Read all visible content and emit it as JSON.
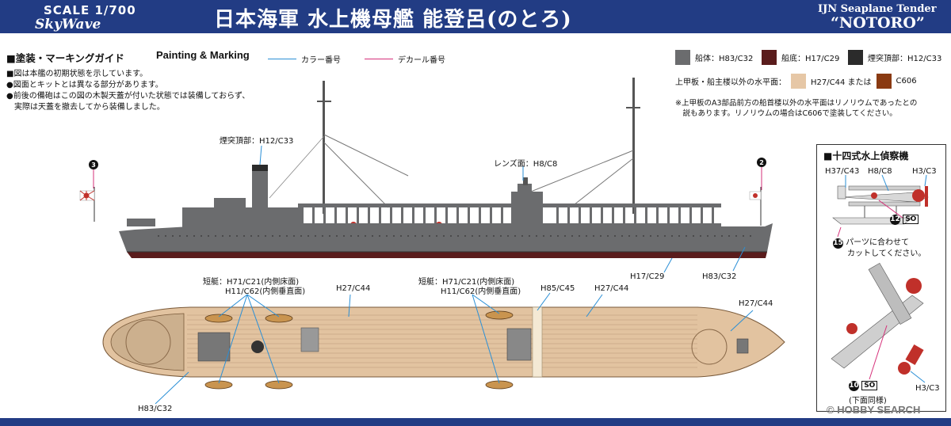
{
  "header": {
    "scale": "SCALE 1/700",
    "brand": "SkyWave",
    "title_ja": "日本海軍 水上機母艦 能登呂(のとろ)",
    "title_en": "IJN Seaplane Tender",
    "ship_name": "“NOTORO”"
  },
  "guide": {
    "title_ja": "■塗装・マーキングガイド",
    "title_en": "Painting & Marking",
    "legend_color": "カラー番号",
    "legend_decal": "デカール番号",
    "color_line": "#2a8fd6",
    "decal_line": "#d6307a"
  },
  "notes": [
    "■図は本艦の初期状態を示しています。",
    "●図面とキットとは異なる部分があります。",
    "●前後の備砲はこの図の木製天蓋が付いた状態では装備しておらず、",
    "　実際は天蓋を撤去してから装備しました。"
  ],
  "swatches": [
    {
      "label": "船体：H83/C32",
      "color": "#6b6c6e"
    },
    {
      "label": "船底：H17/C29",
      "color": "#5a1c1c"
    },
    {
      "label": "煙突頂部：H12/C33",
      "color": "#2b2b2b"
    }
  ],
  "deck_swatch": {
    "prefix": "上甲板・船主楼以外の水平面：",
    "code_a": "H27/C44 または",
    "color_a": "#e6c7a6",
    "code_b": "C606",
    "color_b": "#8a3a12"
  },
  "right_notes": [
    "※上甲板のA3部品前方の船首楼以外の水平面はリノリウムであったとの",
    "　説もあります。リノリウムの場合はC606で塗装してください。"
  ],
  "side_labels": {
    "funnel": "煙突頂部：H12/C33",
    "lens": "レンズ面：H8/C8",
    "bottom": "H17/C29",
    "hull": "H83/C32",
    "decal_stern": "3",
    "decal_bow": "2"
  },
  "top_labels": {
    "boat_a1": "短艇：H71/C21(内側床面)",
    "boat_a2": "H11/C62(内側垂直面)",
    "boat_b1": "短艇：H71/C21(内側床面)",
    "boat_b2": "H11/C62(内側垂直面)",
    "deck_a": "H27/C44",
    "deck_b": "H27/C44",
    "deck_c": "H27/C44",
    "bridge": "H85/C45",
    "hull": "H83/C32"
  },
  "inset": {
    "title": "■十四式水上偵察機",
    "c1": "H37/C43",
    "c2": "H8/C8",
    "c3": "H3/C3",
    "decal_12": "12",
    "so": "SO",
    "decal_15": "15",
    "cut_1": "パーツに合わせて",
    "cut_2": "カットしてください。",
    "decal_10": "10",
    "under": "(下面同様)",
    "c4": "H3/C3"
  },
  "watermark": "© HOBBY SEARCH"
}
